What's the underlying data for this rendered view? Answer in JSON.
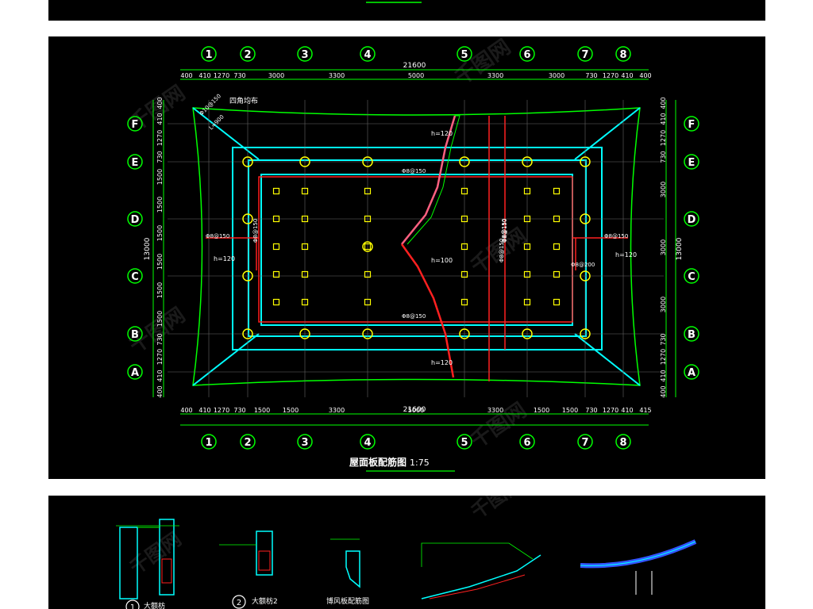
{
  "drawing": {
    "title": "屋面板配筋图",
    "scale": "1:75",
    "corner_note": "四角均布",
    "grid_numbers": [
      "1",
      "2",
      "3",
      "4",
      "5",
      "6",
      "7",
      "8"
    ],
    "grid_letters": [
      "F",
      "E",
      "D",
      "C",
      "B",
      "A"
    ],
    "top_dims": [
      "400",
      "410",
      "1270",
      "730",
      "3000",
      "3300",
      "5000",
      "3300",
      "3000",
      "730",
      "1270",
      "410",
      "400"
    ],
    "bottom_dims": [
      "400",
      "410",
      "1270",
      "730",
      "1500",
      "1500",
      "3300",
      "5000",
      "3300",
      "1500",
      "1500",
      "730",
      "1270",
      "410",
      "415"
    ],
    "total_width": "21600",
    "total_height": "13000",
    "left_dims": [
      "400",
      "410",
      "1270",
      "730",
      "1500",
      "1500",
      "1500",
      "1500",
      "1500",
      "1500",
      "730",
      "1270",
      "410",
      "400"
    ],
    "right_dims": [
      "400",
      "410",
      "1270",
      "730",
      "3000",
      "3000",
      "3000",
      "730",
      "1270",
      "410",
      "400"
    ],
    "slab_labels": [
      "h=120",
      "h=100",
      "h=120",
      "h=120",
      "h=120"
    ],
    "rebar_labels": [
      "Φ8@150",
      "Φ8@150",
      "Φ8@150",
      "Φ8@150",
      "Φ8@150",
      "Φ8@150",
      "Φ8@200",
      "Φ8@150",
      "Φ8@150",
      "Φ10@150",
      "L=900"
    ]
  },
  "details": {
    "labels": [
      "大额枋",
      "大额枋2",
      "博风板配筋图"
    ],
    "numbers": [
      "1",
      "2"
    ]
  },
  "colors": {
    "background": "#000000",
    "grid_bubble": "#00ff00",
    "beam": "#00ffff",
    "rebar": "#ff2020",
    "column": "#ffff00",
    "dimension": "#00ff00",
    "text": "#ffffff"
  }
}
